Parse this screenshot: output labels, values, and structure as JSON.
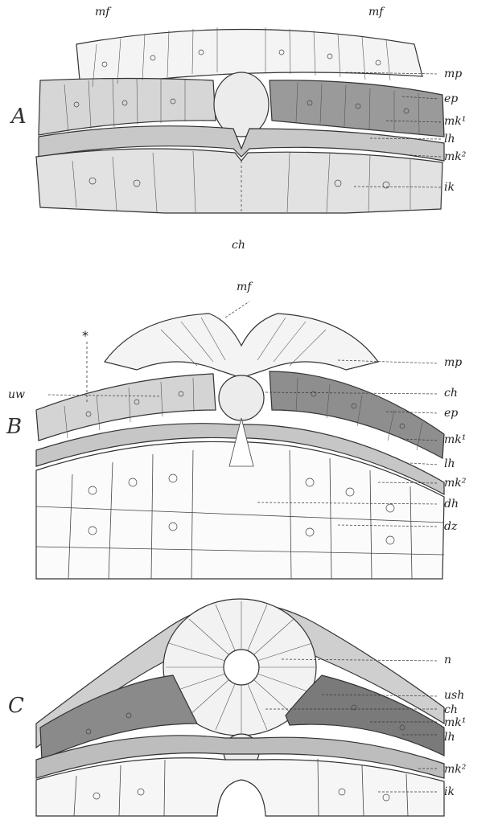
{
  "figure": {
    "panels": [
      {
        "letter": "A",
        "top_labels": [
          "mf",
          "mf"
        ],
        "right_labels": [
          "mp",
          "ep",
          "mk¹",
          "lh",
          "mk²",
          "ik"
        ],
        "bottom_label": "ch"
      },
      {
        "letter": "B",
        "top_label": "mf",
        "marker": "*",
        "left_label": "uw",
        "right_labels": [
          "mp",
          "ch",
          "ep",
          "mk¹",
          "lh",
          "mk²",
          "dh",
          "dz"
        ]
      },
      {
        "letter": "C",
        "right_labels": [
          "n",
          "ush",
          "ch",
          "mk¹",
          "lh",
          "mk²",
          "ik"
        ]
      }
    ]
  },
  "colors": {
    "ink": "#222222",
    "light_tissue": "#f4f4f4",
    "mid_tissue": "#d9d9d9",
    "dark_tissue": "#8c8c8c",
    "endoderm": "#e6e6e6"
  }
}
